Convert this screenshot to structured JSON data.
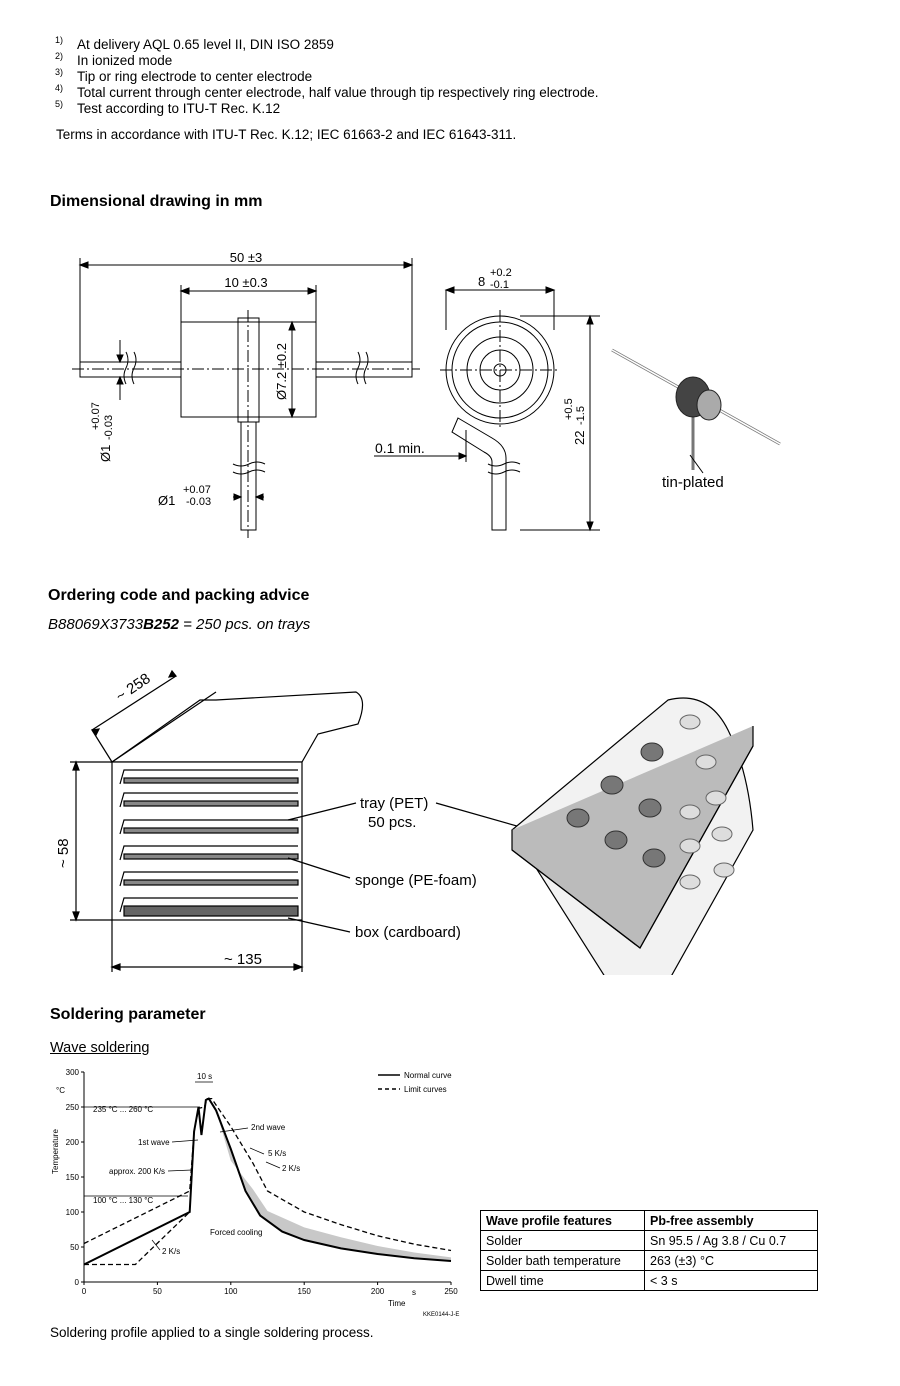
{
  "footnotes": [
    {
      "num": "1)",
      "text": "At delivery AQL 0.65 level II, DIN ISO 2859"
    },
    {
      "num": "2)",
      "text": "In ionized mode"
    },
    {
      "num": "3)",
      "text": "Tip or ring electrode to center electrode"
    },
    {
      "num": "4)",
      "text": "Total current through center electrode, half value through tip respectively ring electrode."
    },
    {
      "num": "5)",
      "text": "Test according to ITU-T Rec. K.12"
    }
  ],
  "terms": "Terms in accordance with ITU-T Rec. K.12; IEC 61663-2 and IEC 61643-311.",
  "dimensional": {
    "heading": "Dimensional drawing in mm",
    "dim_total": "50 ±3",
    "dim_body": "10 ±0.3",
    "dim_diameter": "Ø7.2 ±0.2",
    "lead_dia_main": "Ø1",
    "lead_tol_plus": "+0.07",
    "lead_tol_minus": "-0.03",
    "side_width": "8",
    "side_width_plus": "+0.2",
    "side_width_minus": "-0.1",
    "side_height": "22",
    "side_height_plus": "+0.5",
    "side_height_minus": "-1.5",
    "min_gap": "0.1 min.",
    "tin_plated": "tin-plated"
  },
  "ordering": {
    "heading": "Ordering code and packing advice",
    "code_prefix": "B88069X3733",
    "code_bold": "B252",
    "code_suffix": " = 250 pcs. on trays",
    "dim_depth": "~ 258",
    "dim_height": "~ 58",
    "dim_width": "~ 135",
    "label_tray_1": "tray (PET)",
    "label_tray_2": "50 pcs.",
    "label_sponge": "sponge (PE-foam)",
    "label_box": "box (cardboard)"
  },
  "soldering": {
    "heading": "Soldering parameter",
    "subheading": "Wave soldering",
    "caption": "Soldering profile applied to a single soldering process.",
    "chart_data": {
      "type": "line",
      "title": "",
      "xlabel": "Time",
      "x_unit": "s",
      "ylabel": "Temperature",
      "y_unit": "°C",
      "xlim": [
        0,
        250
      ],
      "ylim": [
        0,
        300
      ],
      "x_ticks": [
        "0",
        "50",
        "100",
        "150",
        "200",
        "250"
      ],
      "y_ticks": [
        "0",
        "50",
        "100",
        "150",
        "200",
        "250",
        "300"
      ],
      "legend": [
        "Normal curve",
        "Limit curves"
      ],
      "annotations": [
        "10 s",
        "235 °C ... 260 °C",
        "1st wave",
        "2nd wave",
        "5 K/s",
        "2 K/s",
        "approx. 200 K/s",
        "100 °C ... 130 °C",
        "Forced cooling",
        "2 K/s"
      ],
      "figure_code": "KKE0144-J-E",
      "series": [
        {
          "name": "Normal curve",
          "x": [
            0,
            72,
            75,
            78,
            80,
            83,
            85,
            90,
            100,
            110,
            120,
            135,
            150,
            175,
            200,
            225,
            250
          ],
          "y": [
            25,
            100,
            215,
            250,
            210,
            260,
            262,
            245,
            190,
            130,
            95,
            72,
            60,
            48,
            40,
            34,
            30
          ]
        },
        {
          "name": "Limit curves",
          "x": [
            0,
            72,
            75,
            78,
            82,
            84,
            87,
            100,
            115,
            125,
            150,
            175,
            200,
            225,
            250
          ],
          "y": [
            55,
            130,
            215,
            248,
            250,
            262,
            262,
            222,
            170,
            130,
            100,
            82,
            66,
            54,
            45
          ]
        },
        {
          "name": "Limit curves",
          "x": [
            0,
            35,
            72
          ],
          "y": [
            25,
            25,
            100
          ]
        }
      ]
    },
    "table": {
      "headers": [
        "Wave profile features",
        "Pb-free assembly"
      ],
      "rows": [
        [
          "Solder",
          "Sn 95.5 / Ag 3.8 / Cu 0.7"
        ],
        [
          "Solder bath temperature",
          "263 (±3) °C"
        ],
        [
          "Dwell time",
          "< 3 s"
        ]
      ]
    }
  }
}
